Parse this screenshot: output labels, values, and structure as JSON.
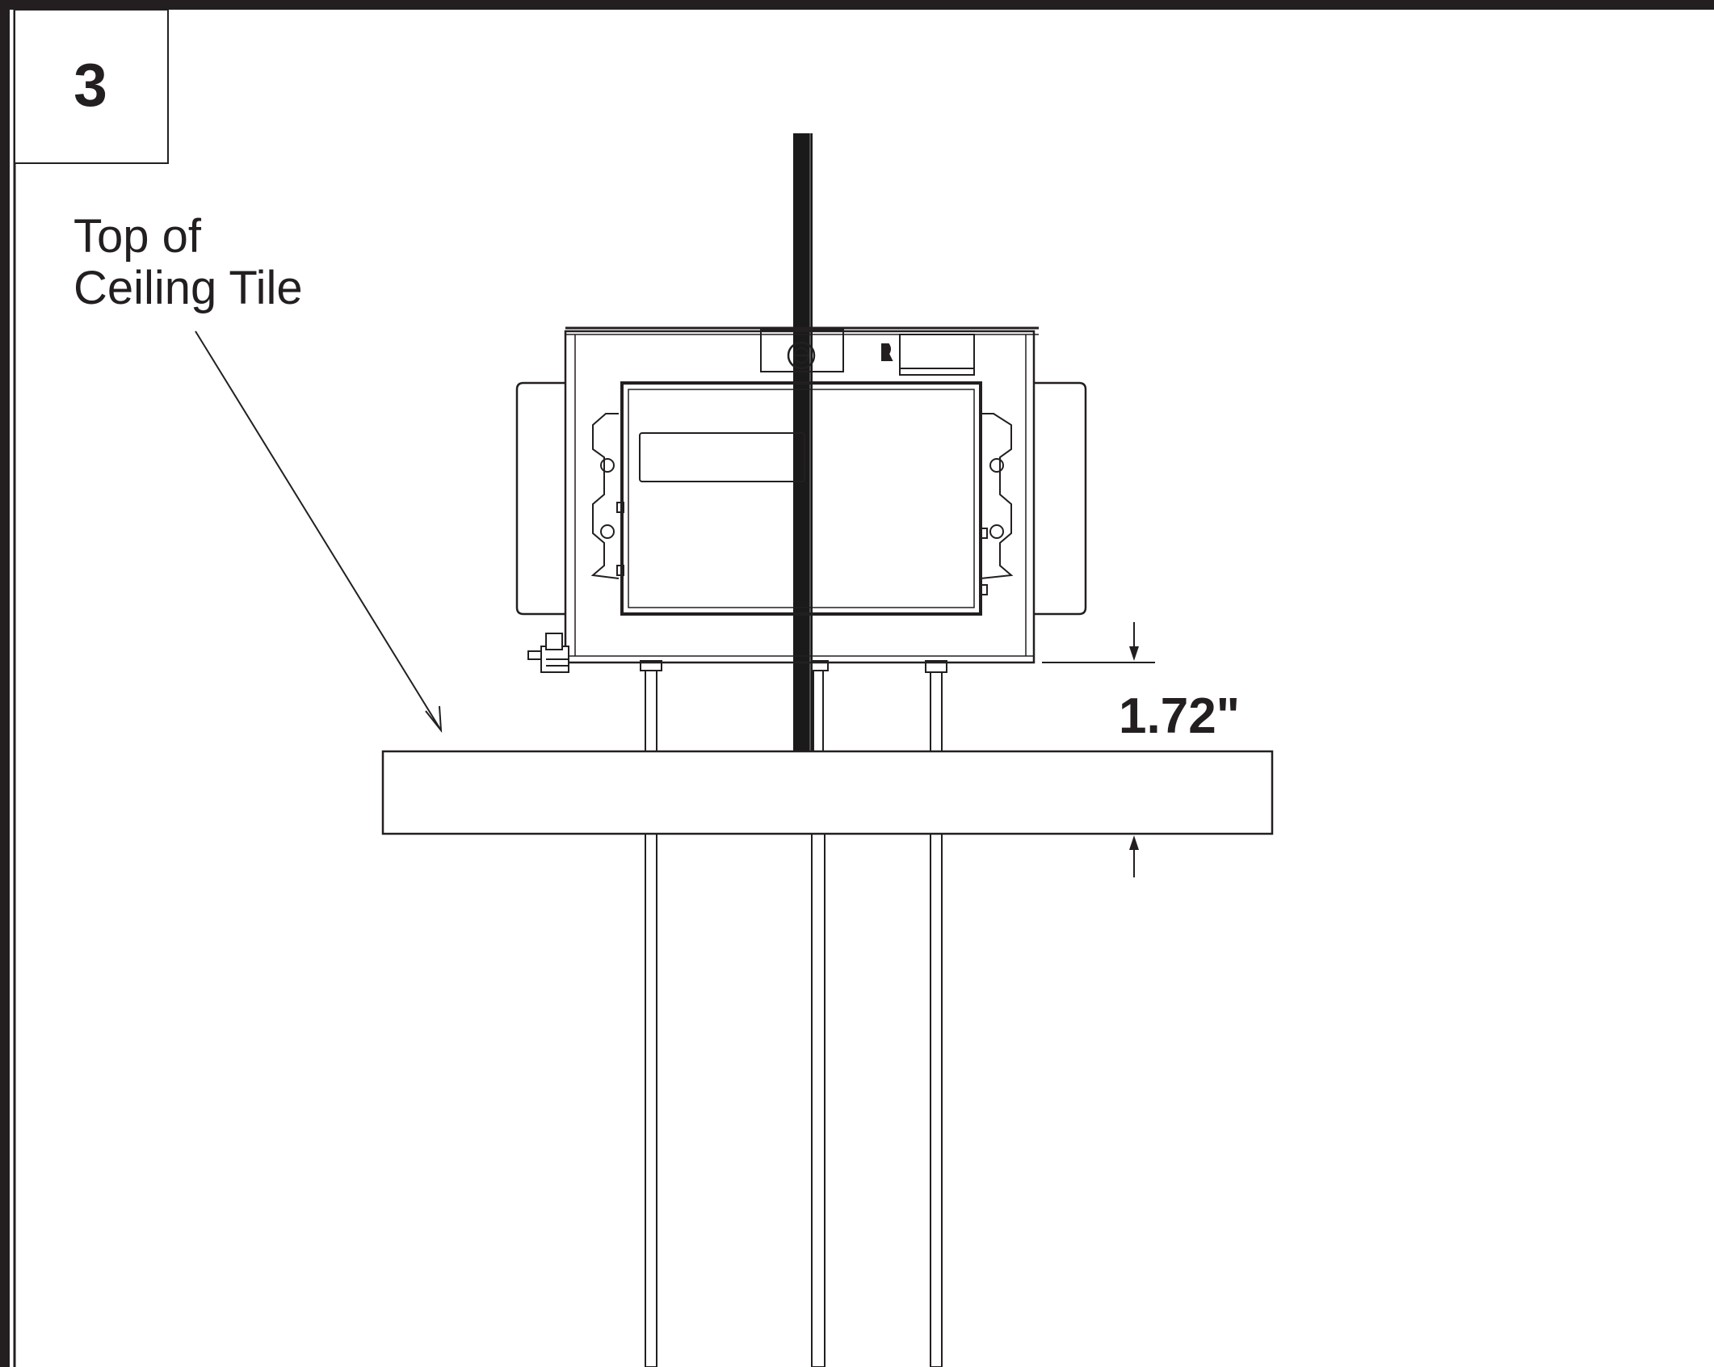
{
  "step": {
    "number": "3"
  },
  "callout": {
    "line1": "Top of",
    "line2": "Ceiling Tile"
  },
  "dimension": {
    "label": "1.72\""
  },
  "colors": {
    "ink": "#231f20",
    "rod": "#1a1a1a",
    "background": "#ffffff"
  }
}
